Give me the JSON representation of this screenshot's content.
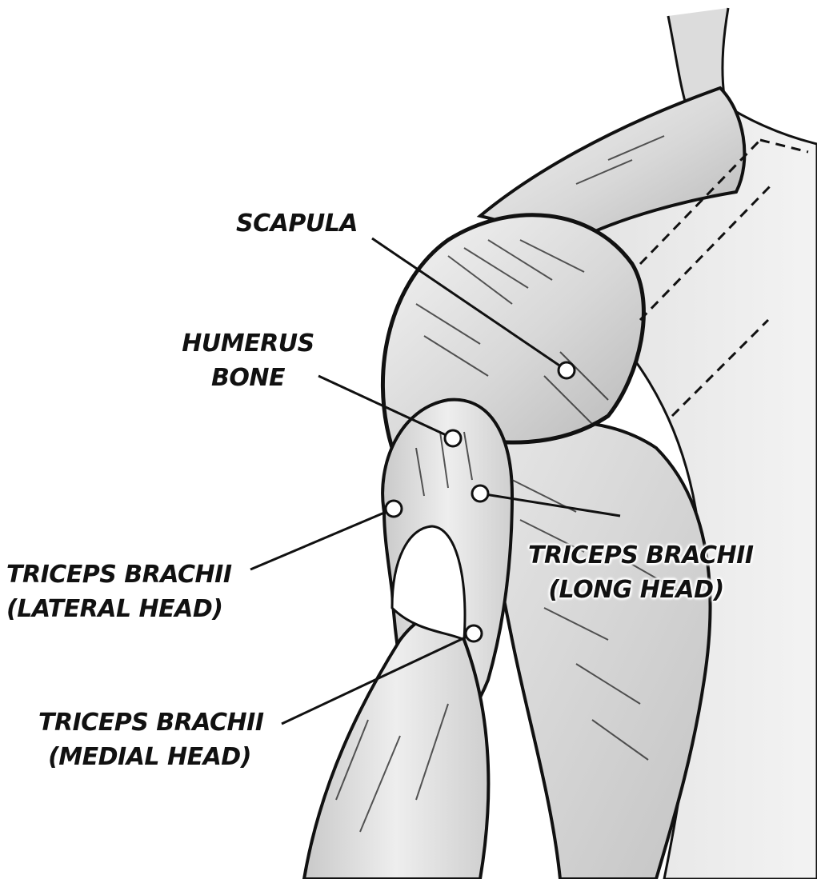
{
  "labels": {
    "scapula": [
      "SCAPULA"
    ],
    "humerus": [
      "HUMERUS",
      "BONE"
    ],
    "lateral": [
      "TRICEPS BRACHII",
      "(LATERAL HEAD)"
    ],
    "medial": [
      "TRICEPS BRACHII",
      "(MEDIAL HEAD)"
    ],
    "long": [
      "TRICEPS BRACHII",
      "(LONG HEAD)"
    ]
  },
  "colors": {
    "ink": "#111111",
    "muscle_light": "#ececec",
    "muscle_mid": "#d2d2d2",
    "muscle_dark": "#a9a9a9",
    "marker_fill": "#ffffff"
  }
}
